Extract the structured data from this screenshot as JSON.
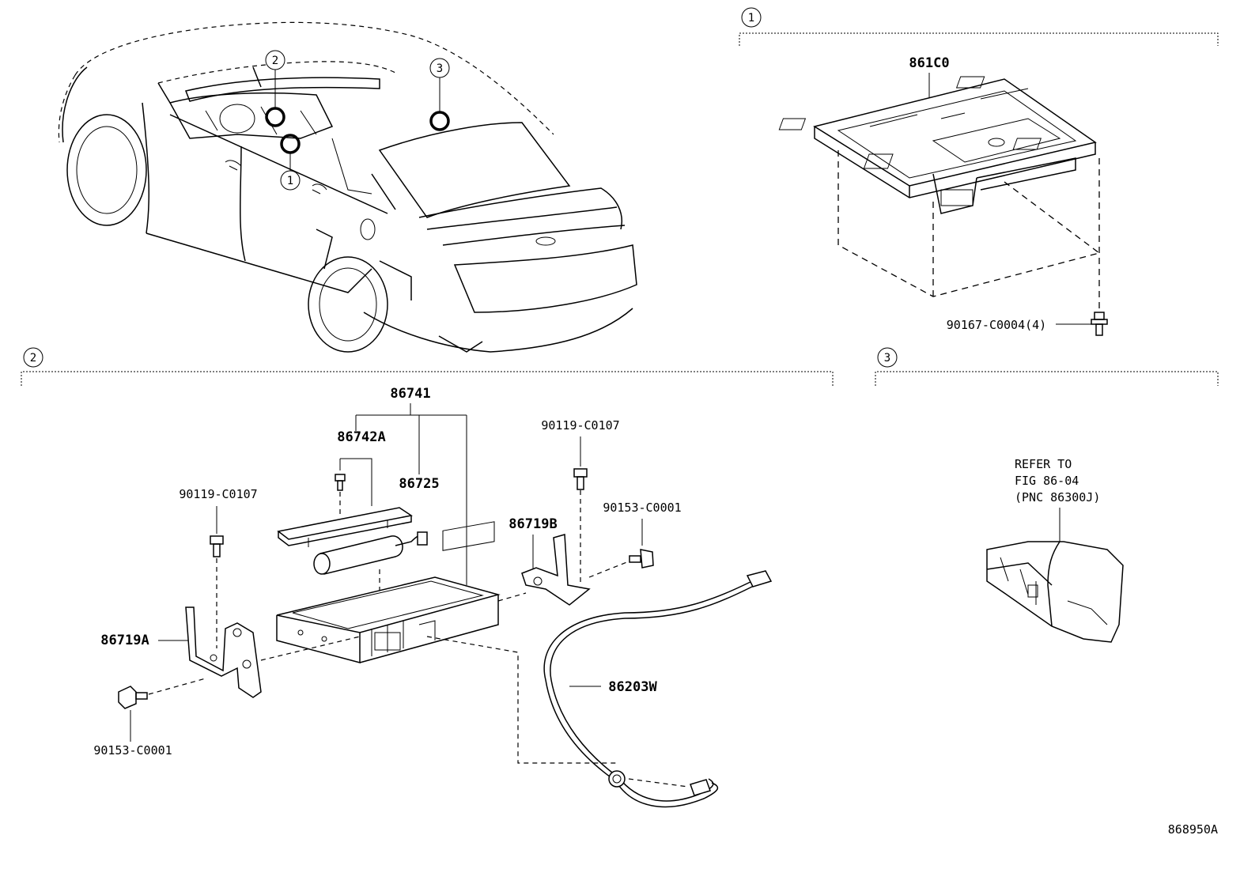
{
  "sections": {
    "s1": {
      "number": "1"
    },
    "s2": {
      "number": "2"
    },
    "s3": {
      "number": "3"
    }
  },
  "car_callouts": {
    "c1": "1",
    "c2": "2",
    "c3": "3"
  },
  "parts": {
    "p861C0": "861C0",
    "p90167": "90167-C0004(4)",
    "p86741": "86741",
    "p86742A": "86742A",
    "p86725": "86725",
    "p90119a": "90119-C0107",
    "p90119b": "90119-C0107",
    "p90153a": "90153-C0001",
    "p90153b": "90153-C0001",
    "p86719A": "86719A",
    "p86719B": "86719B",
    "p86203W": "86203W"
  },
  "refer": {
    "line1": "REFER TO",
    "line2": "FIG 86-04",
    "line3": "(PNC 86300J)"
  },
  "figure_id": "868950A"
}
